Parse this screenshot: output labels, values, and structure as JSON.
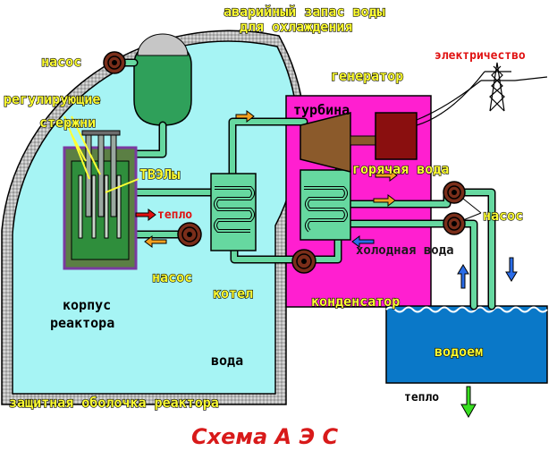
{
  "title": "Схема А Э С",
  "labels": {
    "emergency_water_1": "аварийный запас воды",
    "emergency_water_2": "для охлаждения",
    "pump_top": "насос",
    "control_rods_1": "регулирующие",
    "control_rods_2": "стержни",
    "fuel_rods": "ТВЭЛы",
    "heat_reactor": "тепло",
    "reactor_vessel_1": "корпус",
    "reactor_vessel_2": "реактора",
    "pump_bottom": "насос",
    "boiler": "котел",
    "water": "вода",
    "containment": "защитная оболочка реактора",
    "turbine": "турбина",
    "generator": "генератор",
    "electricity": "электричество",
    "hot_water": "горячая вода",
    "pump_right": "насос",
    "cold_water": "холодная вода",
    "condenser": "конденсатор",
    "reservoir": "водоем",
    "heat_out": "тепло"
  },
  "colors": {
    "containment_water": "#a6f4f4",
    "dome_wall": "#9a9a9a",
    "reactor_vessel": "#5b7f44",
    "core": "#2f8e3c",
    "pipe": "#66d8a0",
    "pump": "#7a2e1a",
    "turbine_hall": "#ff1fd0",
    "generator": "#8a0f0f",
    "reservoir_water": "#0a78c8",
    "arrow_orange": "#f2a020",
    "arrow_blue": "#2a6ce8",
    "arrow_green": "#38e020",
    "title": "#d81a1a"
  }
}
